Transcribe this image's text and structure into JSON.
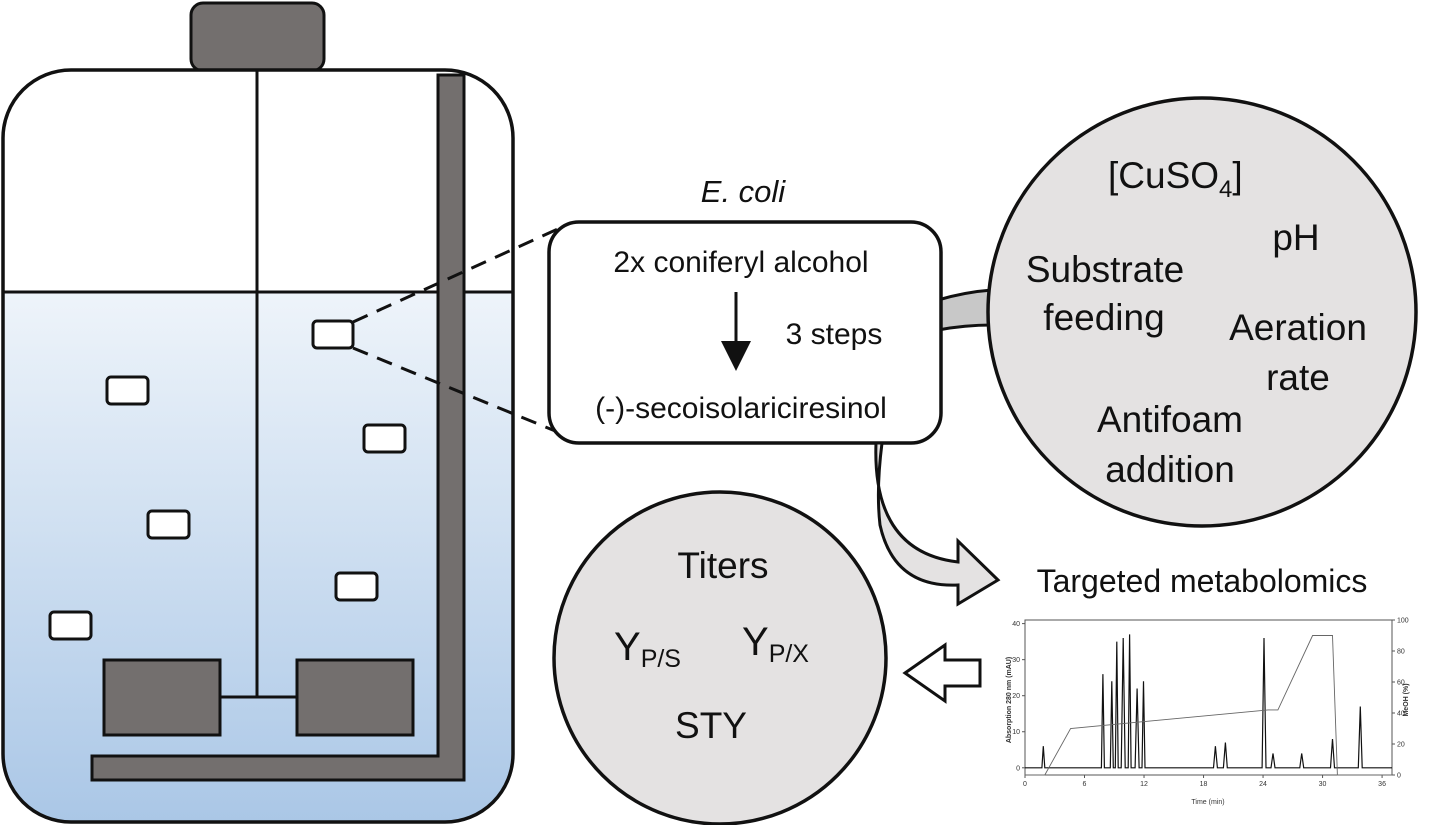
{
  "organism": "E. coli",
  "pathway": {
    "substrate": "2x coniferyl alcohol",
    "steps": "3 steps",
    "product": "(-)-secoisolariciresinol"
  },
  "parameters": {
    "cuso4_open": "[CuSO",
    "cuso4_sub": "4",
    "cuso4_close": "]",
    "ph": "pH",
    "substrate_feeding_1": "Substrate",
    "substrate_feeding_2": "feeding",
    "aeration_1": "Aeration",
    "aeration_2": "rate",
    "antifoam_1": "Antifoam",
    "antifoam_2": "addition"
  },
  "outputs": {
    "titers": "Titers",
    "yps_main": "Y",
    "yps_sub": "P/S",
    "ypx_main": "Y",
    "ypx_sub": "P/X",
    "sty": "STY"
  },
  "method_label": "Targeted metabolomics",
  "chromatogram": {
    "ylabel_left": "Absorption 280 nm (mAU)",
    "ylabel_right": "MeOH (%)",
    "xlabel": "Time (min)",
    "x_ticks": [
      "0",
      "6",
      "12",
      "18",
      "24",
      "30",
      "36"
    ],
    "y_left_ticks": [
      "0",
      "10",
      "20",
      "30",
      "40"
    ],
    "y_right_ticks": [
      "0",
      "20",
      "40",
      "60",
      "80",
      "100"
    ]
  },
  "chart_data": {
    "type": "line",
    "xlim": [
      0,
      37
    ],
    "ylim_left": [
      -2,
      41
    ],
    "ylim_right": [
      0,
      100
    ],
    "series": [
      {
        "axis": "left",
        "x": [
          0,
          1.7,
          1.85,
          2,
          2.4,
          7.7,
          7.85,
          8,
          8.6,
          8.75,
          8.9,
          9.1,
          9.25,
          9.4,
          9.7,
          9.9,
          10.1,
          10.4,
          10.55,
          10.7,
          11.1,
          11.3,
          11.5,
          11.8,
          11.95,
          12.1,
          19,
          19.2,
          19.4,
          20,
          20.2,
          20.4,
          23.9,
          24.1,
          24.3,
          24.8,
          25,
          25.2,
          27.7,
          27.9,
          28.1,
          30.8,
          31,
          31.2,
          33.6,
          33.8,
          34,
          35,
          37
        ],
        "y": [
          0,
          0,
          6,
          0,
          0,
          0,
          26,
          0,
          0,
          24,
          0,
          0,
          35,
          0,
          0,
          36,
          0,
          0,
          37,
          0,
          0,
          22,
          0,
          0,
          24,
          0,
          0,
          6,
          0,
          0,
          7,
          0,
          0,
          36,
          0,
          0,
          4,
          0,
          0,
          4,
          0,
          0,
          8,
          0,
          0,
          17,
          0,
          0,
          0
        ]
      },
      {
        "axis": "right",
        "x": [
          0,
          2,
          4.6,
          24.5,
          25.5,
          29,
          31,
          31.5,
          37
        ],
        "y": [
          0,
          0,
          30,
          42,
          42,
          90,
          90,
          0,
          0
        ]
      }
    ]
  }
}
